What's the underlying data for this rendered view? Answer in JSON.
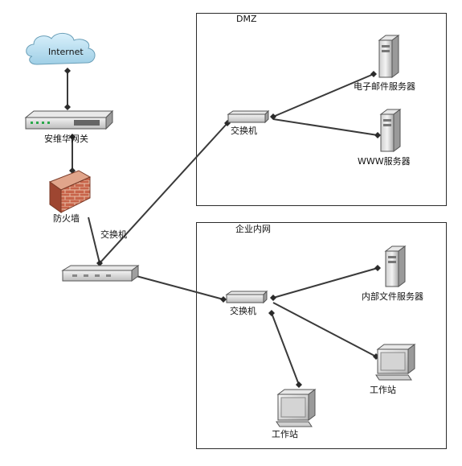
{
  "zones": {
    "dmz": "DMZ",
    "intranet": "企业内网"
  },
  "labels": {
    "internet": "Internet",
    "gateway": "安维华网关",
    "firewall": "防火墙",
    "main_switch": "交换机",
    "dmz_switch": "交换机",
    "mail_server": "电子邮件服务器",
    "www_server": "WWW服务器",
    "intranet_switch": "交换机",
    "file_server": "内部文件服务器",
    "workstation_right": "工作站",
    "workstation_bottom": "工作站"
  }
}
